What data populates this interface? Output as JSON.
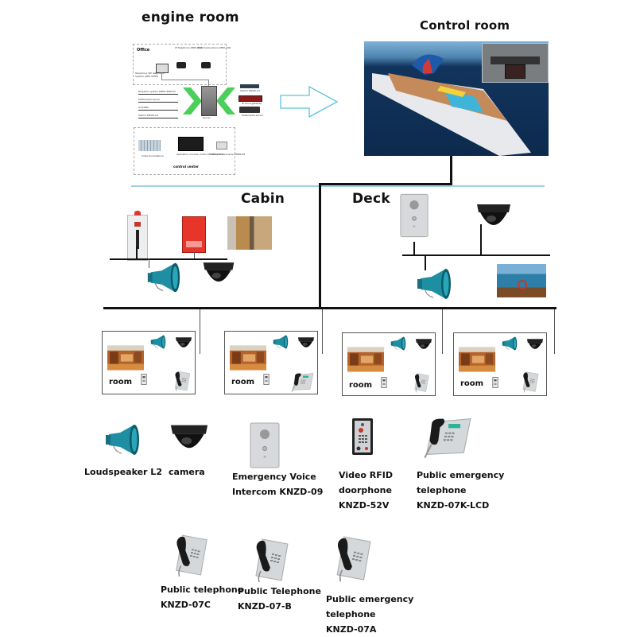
{
  "diagram": {
    "sections": {
      "engine_room": "engine room",
      "control_room": "Control room",
      "cabin": "Cabin",
      "deck": "Deck"
    },
    "engine_room_detail": {
      "office_label": "Office",
      "ip_telephone": "IP Telephone KNPL-302",
      "multimedia_phone": "Multimedia phone KNPL-300",
      "telephone_diagnostic": "Telephone SIP diagnostic System (PBX IDMS)",
      "list_items": [
        "Dispatch system KNPD-9960-M",
        "Multimedia server",
        "Amplifier",
        "Switch KNSW-24"
      ],
      "devices_right": [
        "Switch KNSW-24",
        "IP voice gateway",
        "Multimedia server"
      ],
      "center_label": "Server",
      "control_center_items": [
        "Video Surveillance",
        "Operation console center KNDDT-1-VH-S",
        "Telephone console KNDB-08"
      ],
      "control_center_label": "control center"
    },
    "rooms": [
      {
        "label": "room"
      },
      {
        "label": "room"
      },
      {
        "label": "room"
      },
      {
        "label": "room"
      }
    ],
    "legend": [
      {
        "icon": "loudspeaker",
        "lines": [
          "Loudspeaker L2"
        ]
      },
      {
        "icon": "camera",
        "lines": [
          "camera"
        ]
      },
      {
        "icon": "intercom",
        "lines": [
          "Emergency Voice",
          "Intercom KNZD-09"
        ]
      },
      {
        "icon": "doorphone",
        "lines": [
          "Video RFID",
          "doorphone",
          "KNZD-52V"
        ]
      },
      {
        "icon": "emergency-telephone-lcd",
        "lines": [
          "Public emergency",
          "telephone",
          "KNZD-07K-LCD"
        ]
      },
      {
        "icon": "public-telephone",
        "lines": [
          "Public telephone",
          "KNZD-07C"
        ]
      },
      {
        "icon": "public-telephone-b",
        "lines": [
          "Public Telephone",
          "KNZD-07-B"
        ]
      },
      {
        "icon": "emergency-telephone",
        "lines": [
          "Public emergency",
          "telephone",
          "KNZD-07A"
        ]
      }
    ],
    "colors": {
      "speaker_teal": "#1e8fa3",
      "arrow_outline": "#5bc3dc",
      "chevron_green": "#4ccf5a",
      "divider_blue": "#9fd3dc",
      "line": "#111111"
    }
  }
}
